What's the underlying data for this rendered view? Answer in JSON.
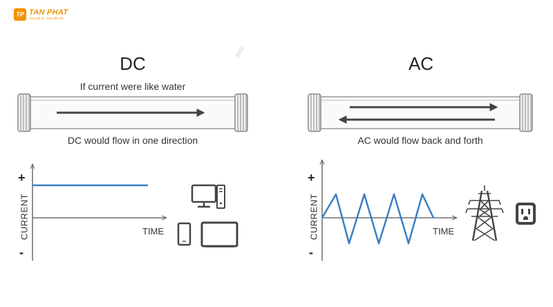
{
  "logo": {
    "mark": "TP",
    "name": "TAN PHAT",
    "tagline": "Trao giá trị - Tạo niềm tin"
  },
  "dc": {
    "title": "DC",
    "pipe_caption_top": "If current were like water",
    "pipe_caption_bottom": "DC would flow in one direction",
    "y_axis_label": "CURRENT",
    "x_axis_label": "TIME",
    "plus": "+",
    "minus": "-",
    "devices": [
      "desktop-computer-icon",
      "smartphone-icon",
      "television-icon"
    ]
  },
  "ac": {
    "title": "AC",
    "pipe_caption_bottom": "AC would flow back and forth",
    "y_axis_label": "CURRENT",
    "x_axis_label": "TIME",
    "plus": "+",
    "minus": "-",
    "devices": [
      "power-tower-icon",
      "wall-outlet-icon"
    ]
  },
  "colors": {
    "signal": "#3a7fc4",
    "pipe": "#888888",
    "arrow": "#444444",
    "brand": "#f39200"
  }
}
